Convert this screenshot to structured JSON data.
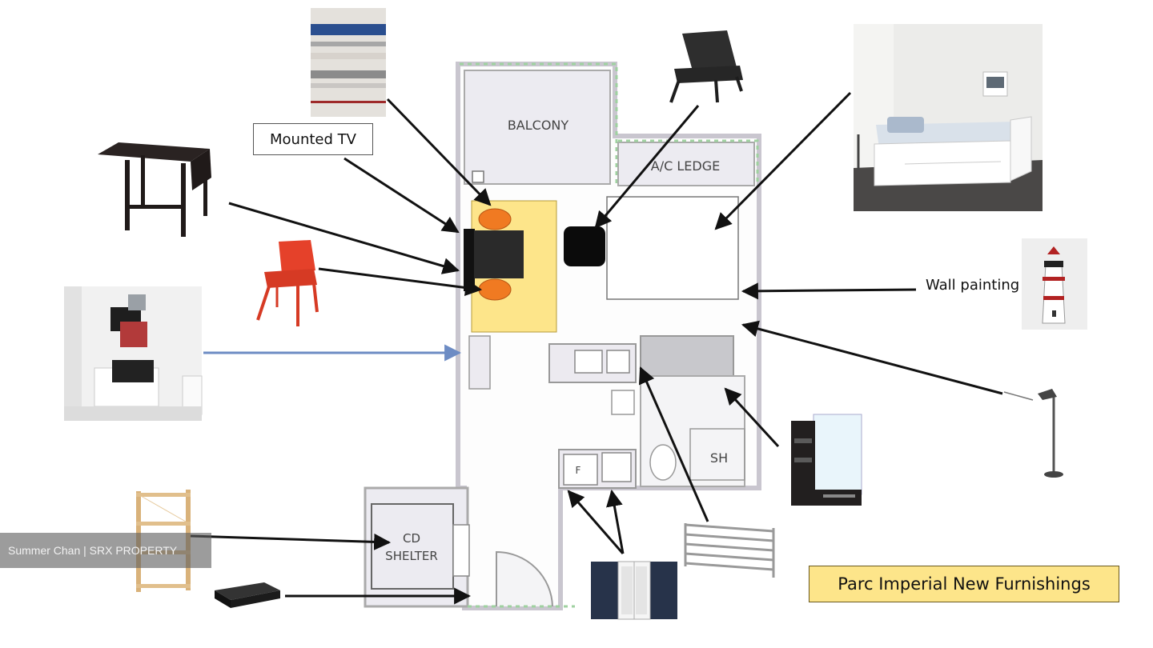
{
  "labels": {
    "mounted_tv": "Mounted TV",
    "wall_painting": "Wall painting",
    "title": "Parc Imperial New Furnishings"
  },
  "plan": {
    "balcony": "BALCONY",
    "ac_ledge": "A/C LEDGE",
    "cd_shelter_line1": "CD",
    "cd_shelter_line2": "SHELTER",
    "shower": "SH",
    "fridge": "F"
  },
  "watermark": "Summer Chan | SRX PROPERTY",
  "colors": {
    "dining_area": "#fde58a",
    "chair_seat": "#f07a22",
    "accent_blue": "#6d8cc4",
    "title_box": "#fde58a"
  },
  "icons": [
    "striped-rug-icon",
    "drop-leaf-table-icon",
    "red-chair-icon",
    "black-lounge-chair-icon",
    "daybed-photo-icon",
    "lighthouse-painting-icon",
    "floor-lamp-icon",
    "shelving-unit-photo-icon",
    "wood-shelf-icon",
    "black-box-icon",
    "wardrobe-icon",
    "towel-rail-icon",
    "tv-stand-icon"
  ]
}
